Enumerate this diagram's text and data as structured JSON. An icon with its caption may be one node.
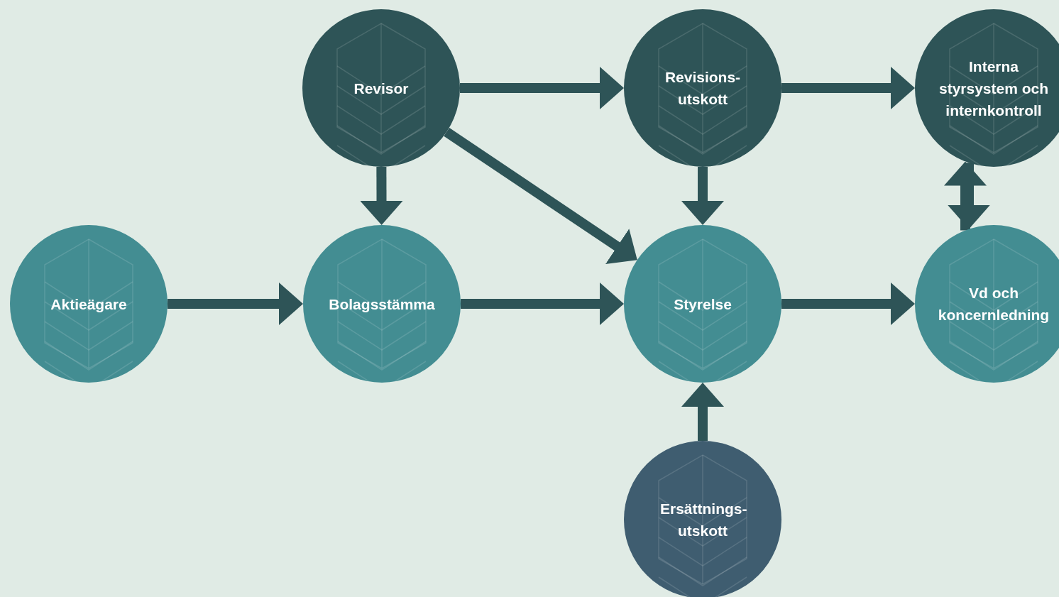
{
  "diagram": {
    "nodes": [
      {
        "text": [
          "Revisor"
        ]
      },
      {
        "text": [
          "Revisions- utskott"
        ]
      },
      {
        "text": [
          "Interna styrsystem och internkontroll"
        ]
      },
      {
        "text": [
          "Aktieägare"
        ]
      },
      {
        "text": [
          "Bolagsstämma"
        ]
      },
      {
        "text": [
          "Styrelse"
        ]
      },
      {
        "text": [
          "Vd och koncernledning"
        ]
      },
      {
        "text": [
          "Ersättnings- utskott"
        ]
      }
    ],
    "edges": [
      {
        "from": 0,
        "to": 1,
        "arrow": "to"
      },
      {
        "from": 1,
        "to": 2,
        "arrow": "to"
      },
      {
        "from": 0,
        "to": 4,
        "arrow": "to"
      },
      {
        "from": 0,
        "to": 5,
        "arrow": "to"
      },
      {
        "from": 1,
        "to": 5,
        "arrow": "to"
      },
      {
        "from": 3,
        "to": 4,
        "arrow": "to"
      },
      {
        "from": 4,
        "to": 5,
        "arrow": "to"
      },
      {
        "from": 5,
        "to": 6,
        "arrow": "to"
      },
      {
        "from": 7,
        "to": 5,
        "arrow": "to"
      },
      {
        "from": 6,
        "to": 2,
        "arrow": "to"
      },
      {
        "from": 2,
        "to": 6,
        "arrow": "to"
      }
    ]
  }
}
